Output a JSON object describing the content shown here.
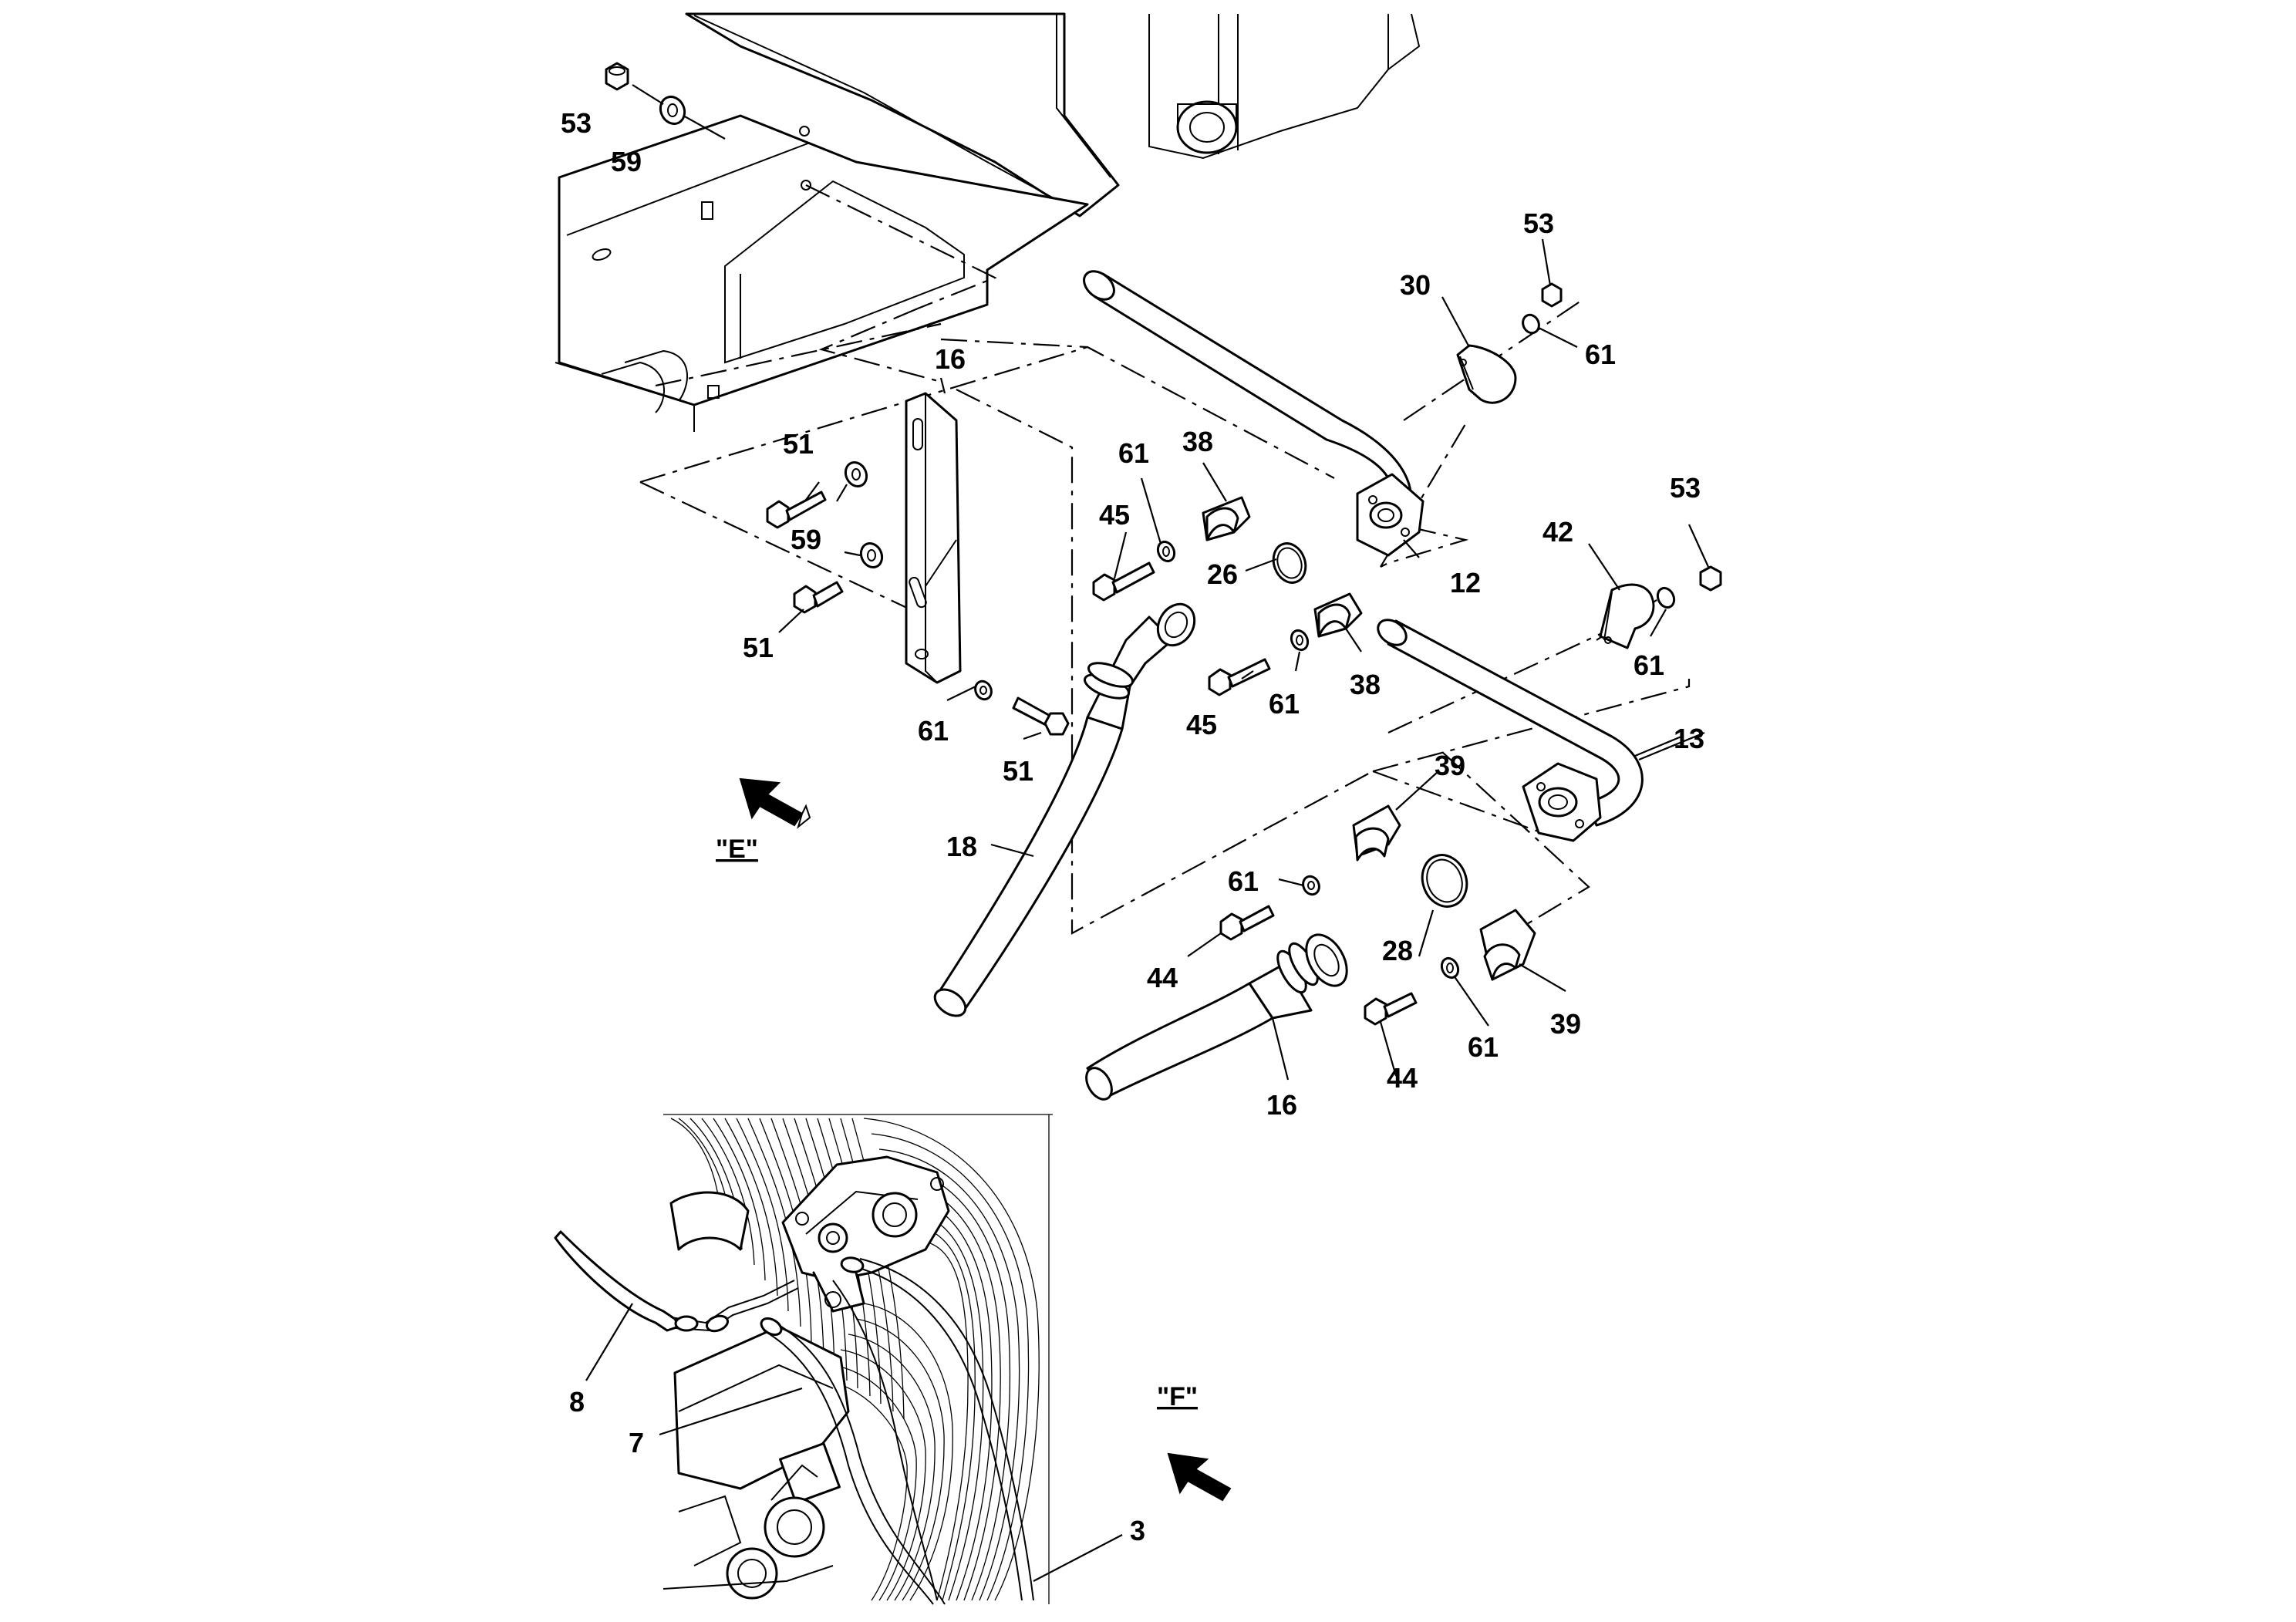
{
  "labels": {
    "top_53": "53",
    "top_59": "59",
    "clamp30_53": "53",
    "clamp30": "30",
    "clamp30_61": "61",
    "bracket_16": "16",
    "bolt_51_upper": "51",
    "washer_59_upper": "59",
    "washer_59_lower": "59",
    "bolt_51_mid": "51",
    "washer_61_bracket": "61",
    "bolt_51_lower": "51",
    "washer_61_upper": "61",
    "clamp_38_upper": "38",
    "bolt_45_upper": "45",
    "oring_26": "26",
    "tube_12": "12",
    "clamp42_53": "53",
    "clamp_42": "42",
    "clamp42_61": "61",
    "washer_61_lower": "61",
    "bolt_45_lower": "45",
    "clamp_38_lower": "38",
    "tube_13": "13",
    "hose_18": "18",
    "clamp_39_upper": "39",
    "washer_61_mid": "61",
    "oring_28": "28",
    "bolt_44_upper": "44",
    "hose_16": "16",
    "bolt_44_lower": "44",
    "washer_61_bottom": "61",
    "clamp_39_lower": "39",
    "hose_8": "8",
    "hose_7": "7",
    "hose_3": "3"
  },
  "views": {
    "view_e": "\"E\"",
    "view_f": "\"F\""
  },
  "icons": [
    "view-arrow-icon"
  ],
  "colors": {
    "line": "#000000",
    "background": "#ffffff"
  }
}
